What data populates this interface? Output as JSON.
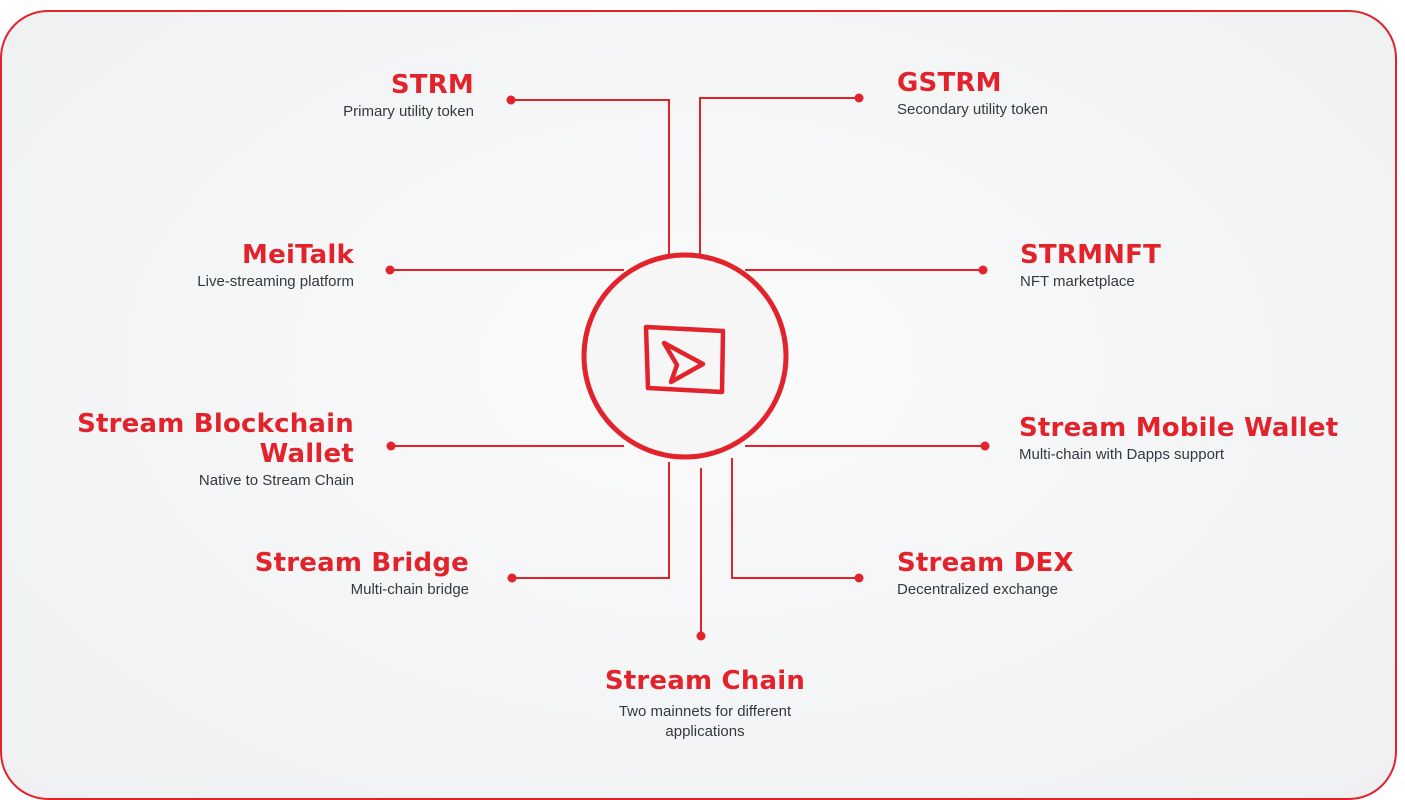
{
  "diagram": {
    "accent_color": "#e3232c",
    "center_icon": "play-button-icon",
    "nodes": {
      "strm": {
        "title": "STRM",
        "desc": "Primary utility token"
      },
      "gstrm": {
        "title": "GSTRM",
        "desc": "Secondary utility token"
      },
      "meitalk": {
        "title": "MeiTalk",
        "desc": "Live-streaming platform"
      },
      "strmnft": {
        "title": "STRMNFT",
        "desc": "NFT marketplace"
      },
      "blockchain_wallet": {
        "title_line1": "Stream Blockchain",
        "title_line2": "Wallet",
        "desc": "Native to Stream Chain"
      },
      "mobile_wallet": {
        "title": "Stream Mobile Wallet",
        "desc": "Multi-chain with Dapps support"
      },
      "bridge": {
        "title": "Stream Bridge",
        "desc": "Multi-chain bridge"
      },
      "dex": {
        "title": "Stream DEX",
        "desc": "Decentralized exchange"
      },
      "chain": {
        "title": "Stream Chain",
        "desc_line1": "Two mainnets for different",
        "desc_line2": "applications"
      }
    }
  }
}
